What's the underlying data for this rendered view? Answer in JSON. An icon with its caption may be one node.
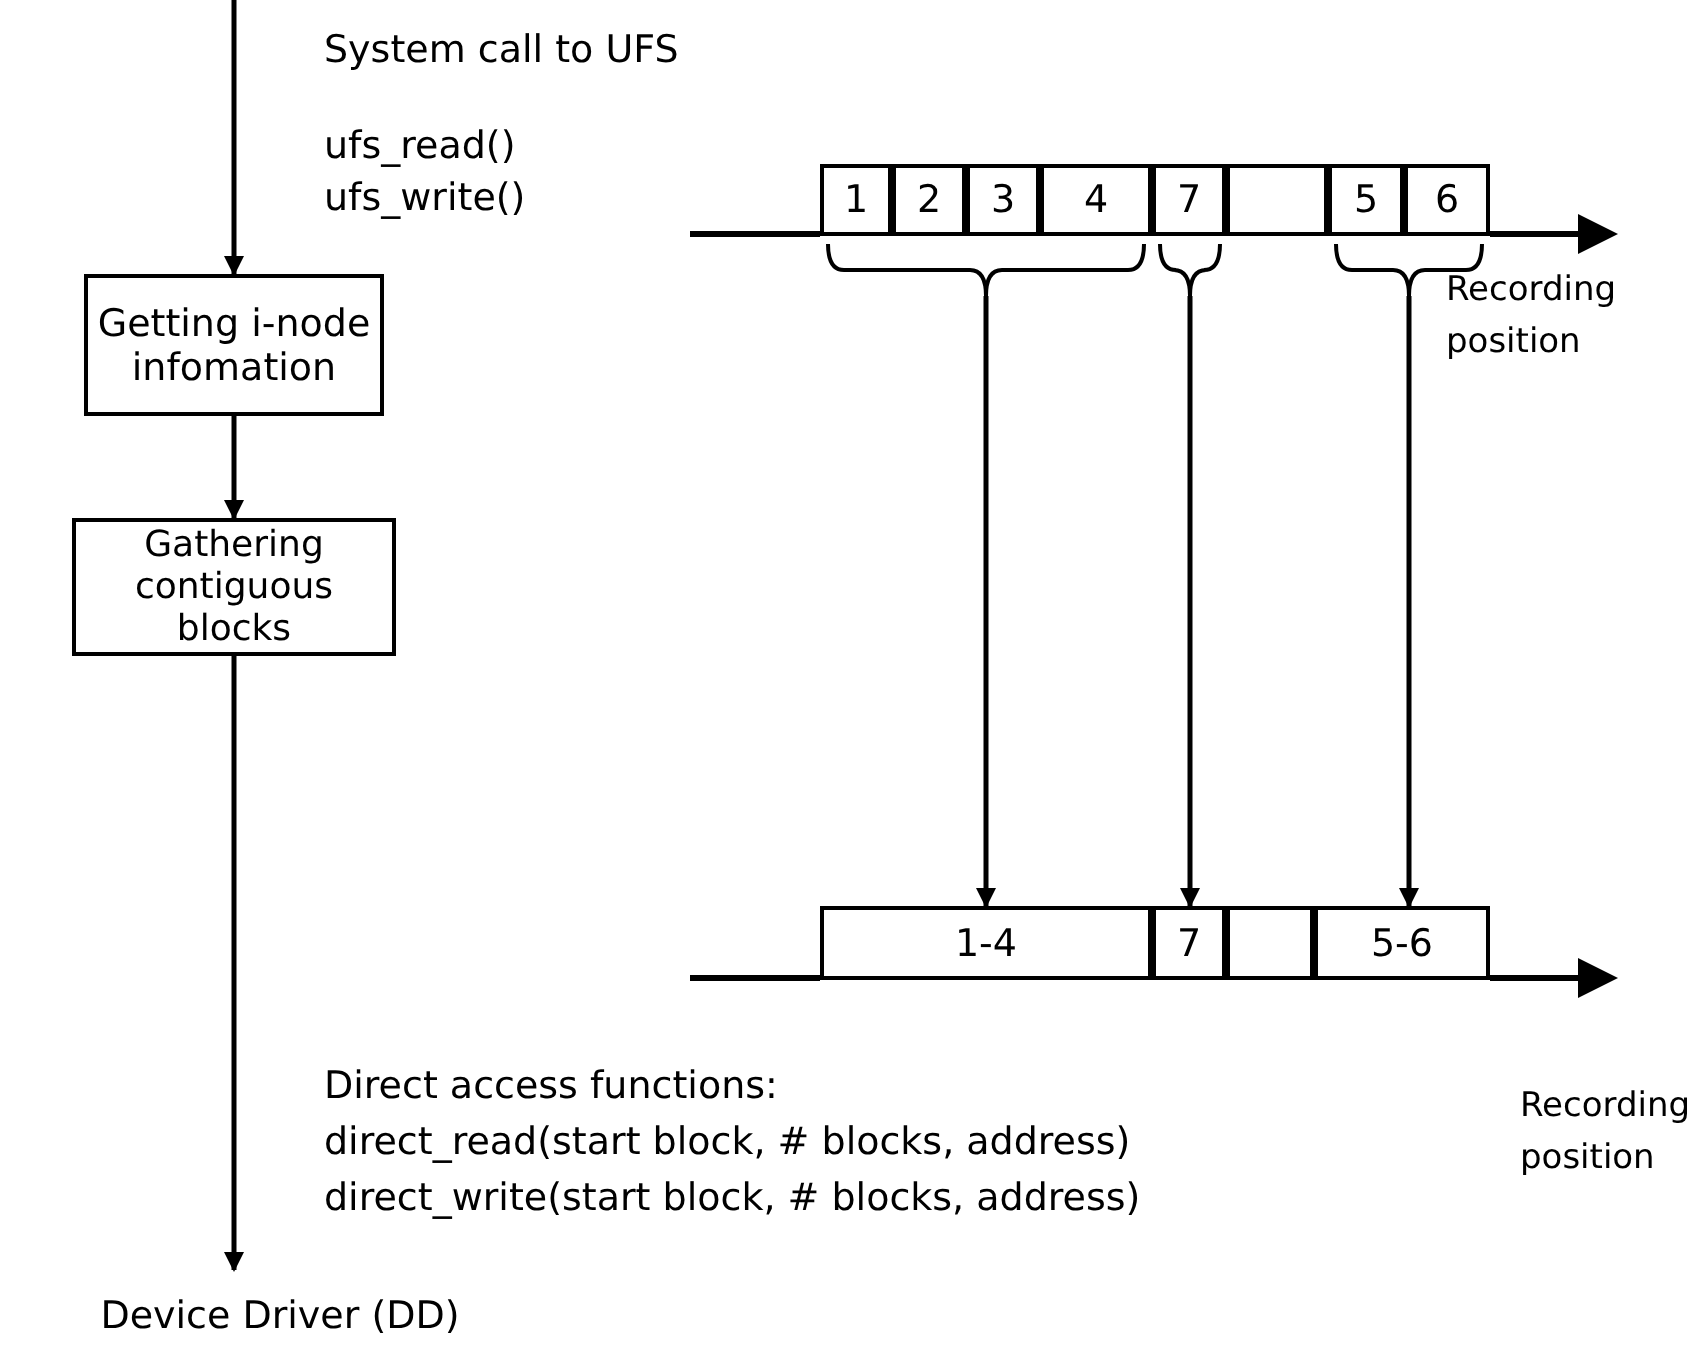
{
  "diagram": {
    "nodes": [
      {
        "text": [
          "Getting i-node infomation"
        ]
      },
      {
        "text": [
          "Gathering contiguous blocks"
        ]
      },
      {
        "text": [
          "Device Driver (DD)"
        ]
      },
      {
        "text": [
          "1"
        ]
      },
      {
        "text": [
          "2"
        ]
      },
      {
        "text": [
          "3"
        ]
      },
      {
        "text": [
          "4"
        ]
      },
      {
        "text": [
          "7"
        ]
      },
      {
        "text": [],
        "shape": "box"
      },
      {
        "text": [
          "5"
        ]
      },
      {
        "text": [
          "6"
        ]
      },
      {
        "text": [],
        "shape": "brace"
      },
      {
        "text": [],
        "shape": "brace"
      },
      {
        "text": [],
        "shape": "brace"
      },
      {
        "text": [
          "1-4"
        ]
      },
      {
        "text": [
          "7"
        ]
      },
      {
        "text": [],
        "shape": "box"
      },
      {
        "text": [
          "5-6"
        ]
      }
    ],
    "edges": [
      {
        "from": null,
        "to": 0,
        "arrow": "to"
      },
      {
        "from": 0,
        "to": 1,
        "arrow": "to"
      },
      {
        "from": 1,
        "to": 2,
        "arrow": "to"
      },
      {
        "from": 11,
        "to": 14,
        "arrow": "to"
      },
      {
        "from": 12,
        "to": 15,
        "arrow": "to"
      },
      {
        "from": 13,
        "to": 17,
        "arrow": "to"
      }
    ],
    "labels": [
      "System call to UFS",
      "ufs_read() ufs_write()",
      "Recording position",
      "Direct access functions:",
      "direct_read(start block, # blocks, address)",
      "direct_write(start block, # blocks, address)",
      "Recording position"
    ]
  }
}
